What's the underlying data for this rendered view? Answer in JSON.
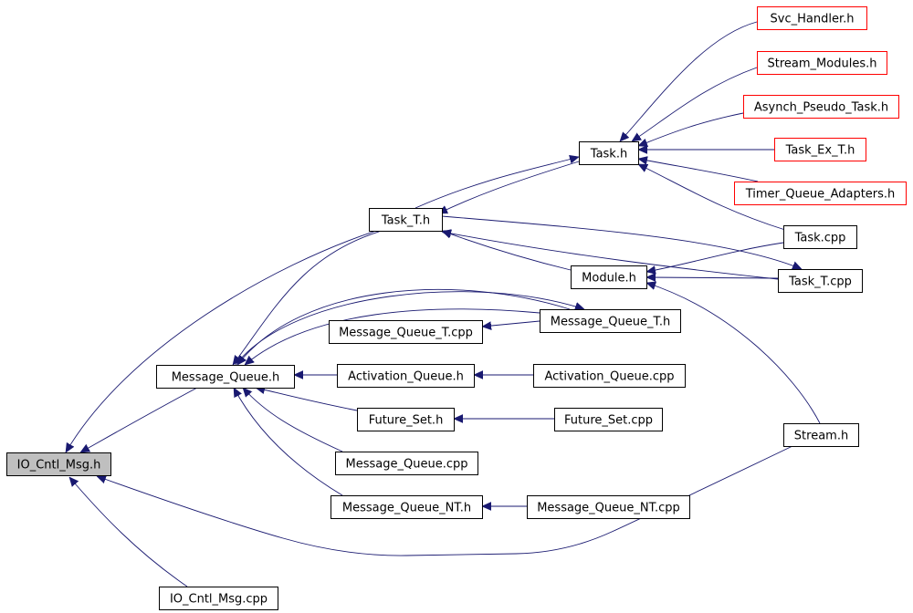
{
  "nodes": [
    {
      "id": "io_cntl_msg_h",
      "label": "IO_Cntl_Msg.h",
      "style": "focus"
    },
    {
      "id": "io_cntl_msg_cpp",
      "label": "IO_Cntl_Msg.cpp",
      "style": "normal"
    },
    {
      "id": "message_queue_h",
      "label": "Message_Queue.h",
      "style": "normal"
    },
    {
      "id": "task_t_h",
      "label": "Task_T.h",
      "style": "normal"
    },
    {
      "id": "task_h",
      "label": "Task.h",
      "style": "normal"
    },
    {
      "id": "module_h",
      "label": "Module.h",
      "style": "normal"
    },
    {
      "id": "svc_handler_h",
      "label": "Svc_Handler.h",
      "style": "truncated"
    },
    {
      "id": "stream_modules_h",
      "label": "Stream_Modules.h",
      "style": "truncated"
    },
    {
      "id": "asynch_pseudo_task_h",
      "label": "Asynch_Pseudo_Task.h",
      "style": "truncated"
    },
    {
      "id": "task_ex_t_h",
      "label": "Task_Ex_T.h",
      "style": "truncated"
    },
    {
      "id": "timer_queue_adapters_h",
      "label": "Timer_Queue_Adapters.h",
      "style": "truncated"
    },
    {
      "id": "task_cpp",
      "label": "Task.cpp",
      "style": "normal"
    },
    {
      "id": "task_t_cpp",
      "label": "Task_T.cpp",
      "style": "normal"
    },
    {
      "id": "stream_h",
      "label": "Stream.h",
      "style": "normal"
    },
    {
      "id": "message_queue_t_cpp",
      "label": "Message_Queue_T.cpp",
      "style": "normal"
    },
    {
      "id": "message_queue_t_h",
      "label": "Message_Queue_T.h",
      "style": "normal"
    },
    {
      "id": "activation_queue_h",
      "label": "Activation_Queue.h",
      "style": "normal"
    },
    {
      "id": "activation_queue_cpp",
      "label": "Activation_Queue.cpp",
      "style": "normal"
    },
    {
      "id": "future_set_h",
      "label": "Future_Set.h",
      "style": "normal"
    },
    {
      "id": "future_set_cpp",
      "label": "Future_Set.cpp",
      "style": "normal"
    },
    {
      "id": "message_queue_cpp",
      "label": "Message_Queue.cpp",
      "style": "normal"
    },
    {
      "id": "message_queue_nt_h",
      "label": "Message_Queue_NT.h",
      "style": "normal"
    },
    {
      "id": "message_queue_nt_cpp",
      "label": "Message_Queue_NT.cpp",
      "style": "normal"
    }
  ],
  "edges": [
    {
      "from": "io_cntl_msg_cpp",
      "to": "io_cntl_msg_h"
    },
    {
      "from": "message_queue_h",
      "to": "io_cntl_msg_h"
    },
    {
      "from": "task_t_h",
      "to": "io_cntl_msg_h"
    },
    {
      "from": "stream_h",
      "to": "io_cntl_msg_h"
    },
    {
      "from": "task_t_h",
      "to": "message_queue_h"
    },
    {
      "from": "message_queue_t_h",
      "to": "message_queue_h"
    },
    {
      "from": "message_queue_t_cpp",
      "to": "message_queue_h"
    },
    {
      "from": "activation_queue_h",
      "to": "message_queue_h"
    },
    {
      "from": "future_set_h",
      "to": "message_queue_h"
    },
    {
      "from": "message_queue_cpp",
      "to": "message_queue_h"
    },
    {
      "from": "message_queue_nt_h",
      "to": "message_queue_h"
    },
    {
      "from": "message_queue_h",
      "to": "message_queue_t_h"
    },
    {
      "from": "message_queue_t_h",
      "to": "message_queue_t_cpp"
    },
    {
      "from": "activation_queue_cpp",
      "to": "activation_queue_h"
    },
    {
      "from": "future_set_cpp",
      "to": "future_set_h"
    },
    {
      "from": "message_queue_nt_cpp",
      "to": "message_queue_nt_h"
    },
    {
      "from": "task_t_h",
      "to": "task_h"
    },
    {
      "from": "task_h",
      "to": "task_t_h"
    },
    {
      "from": "module_h",
      "to": "task_t_h"
    },
    {
      "from": "task_t_cpp",
      "to": "task_t_h"
    },
    {
      "from": "task_t_h",
      "to": "task_t_cpp"
    },
    {
      "from": "svc_handler_h",
      "to": "task_h"
    },
    {
      "from": "stream_modules_h",
      "to": "task_h"
    },
    {
      "from": "asynch_pseudo_task_h",
      "to": "task_h"
    },
    {
      "from": "task_ex_t_h",
      "to": "task_h"
    },
    {
      "from": "timer_queue_adapters_h",
      "to": "task_h"
    },
    {
      "from": "task_cpp",
      "to": "task_h"
    },
    {
      "from": "task_cpp",
      "to": "module_h"
    },
    {
      "from": "task_t_cpp",
      "to": "module_h"
    },
    {
      "from": "stream_h",
      "to": "module_h"
    }
  ],
  "colors": {
    "focus_fill": "#bfbfbf",
    "node_fill": "#ffffff",
    "node_border": "#000000",
    "truncated_border": "#ff0000",
    "edge": "#191970",
    "label": "#000000"
  }
}
